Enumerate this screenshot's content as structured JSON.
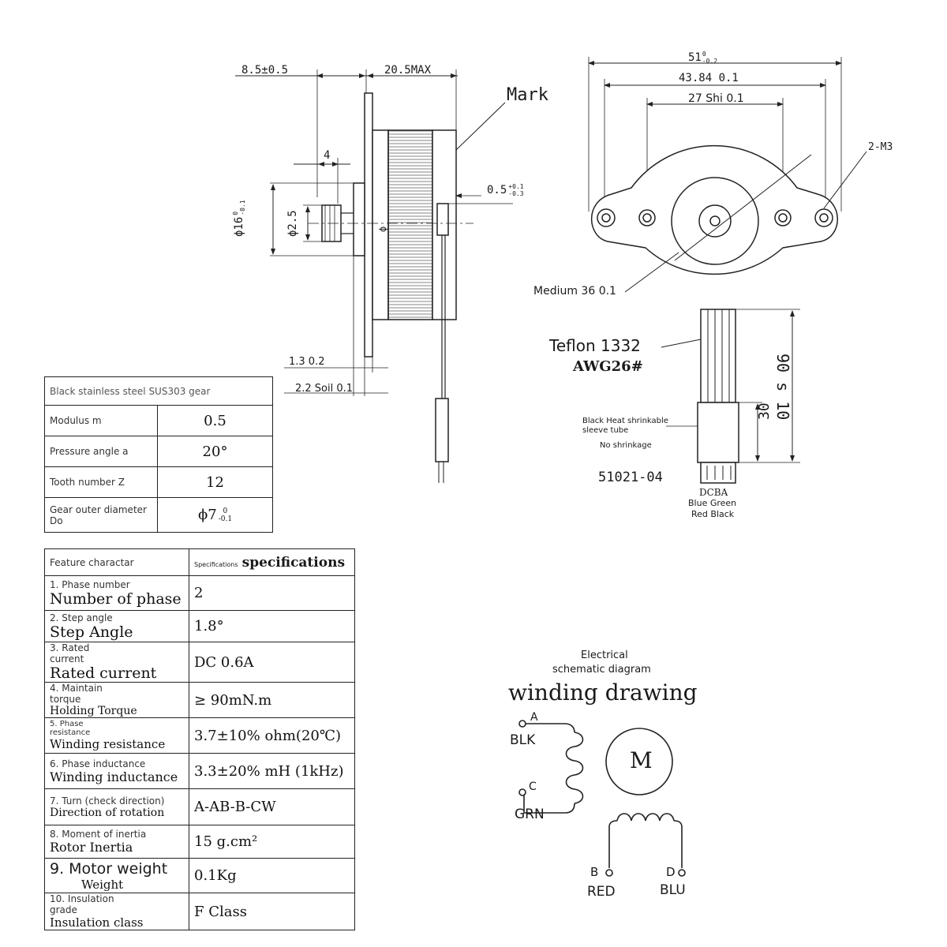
{
  "side_view": {
    "dim_flange_offset": "8.5±0.5",
    "dim_length_max": "20.5MAX",
    "mark_label": "Mark",
    "dim_shaft_len": "4",
    "dim_plate_gap": "0.5",
    "dim_plate_gap_tol_top": "+0.1",
    "dim_plate_gap_tol_bot": "-0.3",
    "dim_boss_dia": "ϕ16",
    "dim_boss_dia_tol_top": "0",
    "dim_boss_dia_tol_bot": "-0.1",
    "dim_shaft_dia": "ϕ2.5",
    "dim_body_phi": "ϕ",
    "dim_plate_thick": "1.3 0.2",
    "dim_boss_thick": "2.2 Soil 0.1"
  },
  "front_view": {
    "dim_overall": "51",
    "dim_overall_tol_top": "0",
    "dim_overall_tol_bot": "-0.2",
    "dim_mount_holes": "43.84 0.1",
    "dim_inner_holes": "27 Shi 0.1",
    "hole_callout": "2-M3",
    "center_label": "Medium 36 0.1",
    "cable_label_1": "Teflon 1332",
    "cable_label_2": "AWG26#",
    "dim_cable_len": "90 s 10",
    "dim_sleeve_len": "30",
    "sleeve_label_1": "Black Heat shrinkable",
    "sleeve_label_2": "sleeve tube",
    "sleeve_label_3": "No shrinkage",
    "connector": "51021-04",
    "pins": "DCBA",
    "wires_1": "Blue Green",
    "wires_2": "Red Black"
  },
  "gear_table": {
    "title": "Black stainless steel SUS303 gear",
    "rows": [
      {
        "label": "Modulus m",
        "value": "0.5"
      },
      {
        "label": "Pressure angle a",
        "value": "20°"
      },
      {
        "label": "Tooth number Z",
        "value": "12"
      },
      {
        "label": "Gear outer diameter Do",
        "value": "ϕ7",
        "tol_top": "0",
        "tol_bot": "-0.1"
      }
    ]
  },
  "spec_table": {
    "header_feature": "Feature charactar",
    "header_spec_small": "Specifications",
    "header_spec_big": "specifications",
    "rows": [
      {
        "en1": "1. Phase number",
        "en2": "",
        "big": "Number of phase",
        "value": "2"
      },
      {
        "en1": "2. Step angle",
        "en2": "",
        "big": "Step Angle",
        "value": "1.8°"
      },
      {
        "en1": "3. Rated",
        "en2": "current",
        "big": "Rated current",
        "value": "DC 0.6A"
      },
      {
        "en1": "4. Maintain",
        "en2": "torque",
        "big": "Holding Torque",
        "value": "≥ 90mN.m"
      },
      {
        "en1": "5. Phase",
        "en2": "resistance",
        "big": "Winding resistance",
        "value": "3.7±10% ohm(20℃)"
      },
      {
        "en1": "6. Phase inductance",
        "en2": "",
        "big": "Winding inductance",
        "value": "3.3±20% mH (1kHz)"
      },
      {
        "en1": "7. Turn (check direction)",
        "en2": "",
        "big": "Direction of rotation",
        "value": "A-AB-B-CW"
      },
      {
        "en1": "8. Moment of inertia",
        "en2": "",
        "big": "Rotor Inertia",
        "value": "15  g.cm²"
      },
      {
        "en1": "9. Motor weight",
        "en2": "",
        "big": "Weight",
        "value": "0.1Kg"
      },
      {
        "en1": "10. Insulation",
        "en2": "grade",
        "big": "Insulation class",
        "value": "F Class"
      }
    ]
  },
  "schematic": {
    "title_1": "Electrical",
    "title_2": "schematic diagram",
    "title_big": "winding drawing",
    "motor": "M",
    "pin_a": "A",
    "pin_a_color": "BLK",
    "pin_c": "C",
    "pin_c_color": "GRN",
    "pin_b": "B",
    "pin_b_color": "RED",
    "pin_d": "D",
    "pin_d_color": "BLU"
  }
}
